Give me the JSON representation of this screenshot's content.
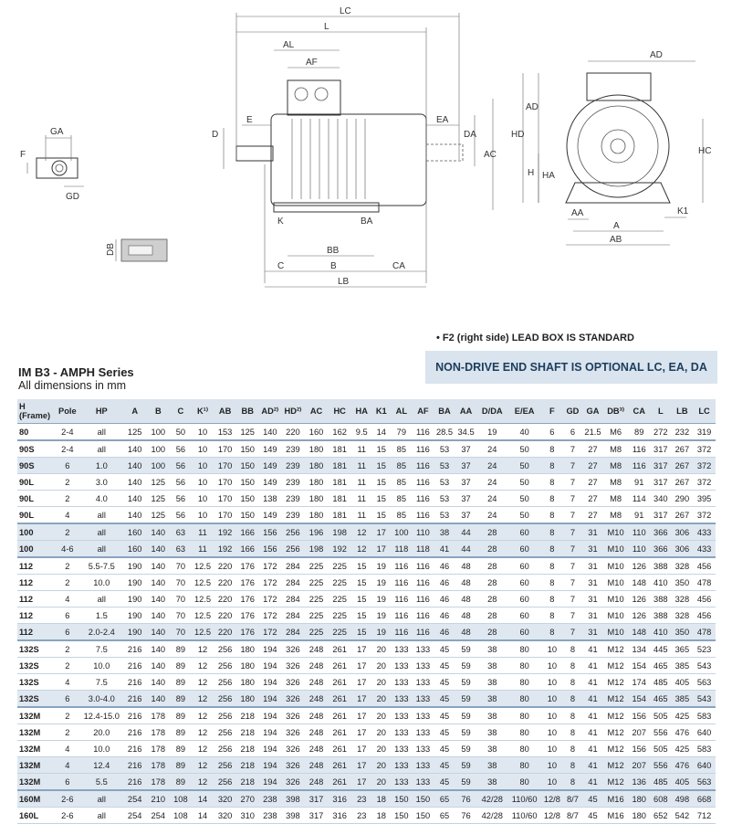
{
  "drawing_labels": {
    "LC": "LC",
    "L": "L",
    "AL": "AL",
    "AF": "AF",
    "D": "D",
    "E": "E",
    "EA": "EA",
    "DA": "DA",
    "AC": "AC",
    "K": "K",
    "BA": "BA",
    "BB": "BB",
    "C": "C",
    "B": "B",
    "CA": "CA",
    "LB": "LB",
    "AD": "AD",
    "HD": "HD",
    "HC": "HC",
    "H": "H",
    "HA": "HA",
    "AA": "AA",
    "A": "A",
    "AB": "AB",
    "K1": "K1",
    "GA": "GA",
    "F": "F",
    "GD": "GD",
    "DB": "DB"
  },
  "note": "• F2 (right side) LEAD BOX IS STANDARD",
  "banner": "NON-DRIVE END SHAFT IS OPTIONAL LC, EA, DA",
  "series_title": "IM B3 - AMPH Series",
  "series_subtitle": "All dimensions in mm",
  "table": {
    "headers": [
      "H (Frame)",
      "Pole",
      "HP",
      "A",
      "B",
      "C",
      "K¹⁾",
      "AB",
      "BB",
      "AD²⁾",
      "HD²⁾",
      "AC",
      "HC",
      "HA",
      "K1",
      "AL",
      "AF",
      "BA",
      "AA",
      "D/DA",
      "E/EA",
      "F",
      "GD",
      "GA",
      "DB³⁾",
      "CA",
      "L",
      "LB",
      "LC"
    ],
    "rows": [
      [
        "80",
        "2-4",
        "all",
        "125",
        "100",
        "50",
        "10",
        "153",
        "125",
        "140",
        "220",
        "160",
        "162",
        "9.5",
        "14",
        "79",
        "116",
        "28.5",
        "34.5",
        "19",
        "40",
        "6",
        "6",
        "21.5",
        "M6",
        "89",
        "272",
        "232",
        "319"
      ],
      [
        "90S",
        "2-4",
        "all",
        "140",
        "100",
        "56",
        "10",
        "170",
        "150",
        "149",
        "239",
        "180",
        "181",
        "11",
        "15",
        "85",
        "116",
        "53",
        "37",
        "24",
        "50",
        "8",
        "7",
        "27",
        "M8",
        "116",
        "317",
        "267",
        "372"
      ],
      [
        "90S",
        "6",
        "1.0",
        "140",
        "100",
        "56",
        "10",
        "170",
        "150",
        "149",
        "239",
        "180",
        "181",
        "11",
        "15",
        "85",
        "116",
        "53",
        "37",
        "24",
        "50",
        "8",
        "7",
        "27",
        "M8",
        "116",
        "317",
        "267",
        "372"
      ],
      [
        "90L",
        "2",
        "3.0",
        "140",
        "125",
        "56",
        "10",
        "170",
        "150",
        "149",
        "239",
        "180",
        "181",
        "11",
        "15",
        "85",
        "116",
        "53",
        "37",
        "24",
        "50",
        "8",
        "7",
        "27",
        "M8",
        "91",
        "317",
        "267",
        "372"
      ],
      [
        "90L",
        "2",
        "4.0",
        "140",
        "125",
        "56",
        "10",
        "170",
        "150",
        "138",
        "239",
        "180",
        "181",
        "11",
        "15",
        "85",
        "116",
        "53",
        "37",
        "24",
        "50",
        "8",
        "7",
        "27",
        "M8",
        "114",
        "340",
        "290",
        "395"
      ],
      [
        "90L",
        "4",
        "all",
        "140",
        "125",
        "56",
        "10",
        "170",
        "150",
        "149",
        "239",
        "180",
        "181",
        "11",
        "15",
        "85",
        "116",
        "53",
        "37",
        "24",
        "50",
        "8",
        "7",
        "27",
        "M8",
        "91",
        "317",
        "267",
        "372"
      ],
      [
        "100",
        "2",
        "all",
        "160",
        "140",
        "63",
        "11",
        "192",
        "166",
        "156",
        "256",
        "196",
        "198",
        "12",
        "17",
        "100",
        "110",
        "38",
        "44",
        "28",
        "60",
        "8",
        "7",
        "31",
        "M10",
        "110",
        "366",
        "306",
        "433"
      ],
      [
        "100",
        "4-6",
        "all",
        "160",
        "140",
        "63",
        "11",
        "192",
        "166",
        "156",
        "256",
        "198",
        "192",
        "12",
        "17",
        "118",
        "118",
        "41",
        "44",
        "28",
        "60",
        "8",
        "7",
        "31",
        "M10",
        "110",
        "366",
        "306",
        "433"
      ],
      [
        "112",
        "2",
        "5.5-7.5",
        "190",
        "140",
        "70",
        "12.5",
        "220",
        "176",
        "172",
        "284",
        "225",
        "225",
        "15",
        "19",
        "116",
        "116",
        "46",
        "48",
        "28",
        "60",
        "8",
        "7",
        "31",
        "M10",
        "126",
        "388",
        "328",
        "456"
      ],
      [
        "112",
        "2",
        "10.0",
        "190",
        "140",
        "70",
        "12.5",
        "220",
        "176",
        "172",
        "284",
        "225",
        "225",
        "15",
        "19",
        "116",
        "116",
        "46",
        "48",
        "28",
        "60",
        "8",
        "7",
        "31",
        "M10",
        "148",
        "410",
        "350",
        "478"
      ],
      [
        "112",
        "4",
        "all",
        "190",
        "140",
        "70",
        "12.5",
        "220",
        "176",
        "172",
        "284",
        "225",
        "225",
        "15",
        "19",
        "116",
        "116",
        "46",
        "48",
        "28",
        "60",
        "8",
        "7",
        "31",
        "M10",
        "126",
        "388",
        "328",
        "456"
      ],
      [
        "112",
        "6",
        "1.5",
        "190",
        "140",
        "70",
        "12.5",
        "220",
        "176",
        "172",
        "284",
        "225",
        "225",
        "15",
        "19",
        "116",
        "116",
        "46",
        "48",
        "28",
        "60",
        "8",
        "7",
        "31",
        "M10",
        "126",
        "388",
        "328",
        "456"
      ],
      [
        "112",
        "6",
        "2.0-2.4",
        "190",
        "140",
        "70",
        "12.5",
        "220",
        "176",
        "172",
        "284",
        "225",
        "225",
        "15",
        "19",
        "116",
        "116",
        "46",
        "48",
        "28",
        "60",
        "8",
        "7",
        "31",
        "M10",
        "148",
        "410",
        "350",
        "478"
      ],
      [
        "132S",
        "2",
        "7.5",
        "216",
        "140",
        "89",
        "12",
        "256",
        "180",
        "194",
        "326",
        "248",
        "261",
        "17",
        "20",
        "133",
        "133",
        "45",
        "59",
        "38",
        "80",
        "10",
        "8",
        "41",
        "M12",
        "134",
        "445",
        "365",
        "523"
      ],
      [
        "132S",
        "2",
        "10.0",
        "216",
        "140",
        "89",
        "12",
        "256",
        "180",
        "194",
        "326",
        "248",
        "261",
        "17",
        "20",
        "133",
        "133",
        "45",
        "59",
        "38",
        "80",
        "10",
        "8",
        "41",
        "M12",
        "154",
        "465",
        "385",
        "543"
      ],
      [
        "132S",
        "4",
        "7.5",
        "216",
        "140",
        "89",
        "12",
        "256",
        "180",
        "194",
        "326",
        "248",
        "261",
        "17",
        "20",
        "133",
        "133",
        "45",
        "59",
        "38",
        "80",
        "10",
        "8",
        "41",
        "M12",
        "174",
        "485",
        "405",
        "563"
      ],
      [
        "132S",
        "6",
        "3.0-4.0",
        "216",
        "140",
        "89",
        "12",
        "256",
        "180",
        "194",
        "326",
        "248",
        "261",
        "17",
        "20",
        "133",
        "133",
        "45",
        "59",
        "38",
        "80",
        "10",
        "8",
        "41",
        "M12",
        "154",
        "465",
        "385",
        "543"
      ],
      [
        "132M",
        "2",
        "12.4-15.0",
        "216",
        "178",
        "89",
        "12",
        "256",
        "218",
        "194",
        "326",
        "248",
        "261",
        "17",
        "20",
        "133",
        "133",
        "45",
        "59",
        "38",
        "80",
        "10",
        "8",
        "41",
        "M12",
        "156",
        "505",
        "425",
        "583"
      ],
      [
        "132M",
        "2",
        "20.0",
        "216",
        "178",
        "89",
        "12",
        "256",
        "218",
        "194",
        "326",
        "248",
        "261",
        "17",
        "20",
        "133",
        "133",
        "45",
        "59",
        "38",
        "80",
        "10",
        "8",
        "41",
        "M12",
        "207",
        "556",
        "476",
        "640"
      ],
      [
        "132M",
        "4",
        "10.0",
        "216",
        "178",
        "89",
        "12",
        "256",
        "218",
        "194",
        "326",
        "248",
        "261",
        "17",
        "20",
        "133",
        "133",
        "45",
        "59",
        "38",
        "80",
        "10",
        "8",
        "41",
        "M12",
        "156",
        "505",
        "425",
        "583"
      ],
      [
        "132M",
        "4",
        "12.4",
        "216",
        "178",
        "89",
        "12",
        "256",
        "218",
        "194",
        "326",
        "248",
        "261",
        "17",
        "20",
        "133",
        "133",
        "45",
        "59",
        "38",
        "80",
        "10",
        "8",
        "41",
        "M12",
        "207",
        "556",
        "476",
        "640"
      ],
      [
        "132M",
        "6",
        "5.5",
        "216",
        "178",
        "89",
        "12",
        "256",
        "218",
        "194",
        "326",
        "248",
        "261",
        "17",
        "20",
        "133",
        "133",
        "45",
        "59",
        "38",
        "80",
        "10",
        "8",
        "41",
        "M12",
        "136",
        "485",
        "405",
        "563"
      ],
      [
        "160M",
        "2-6",
        "all",
        "254",
        "210",
        "108",
        "14",
        "320",
        "270",
        "238",
        "398",
        "317",
        "316",
        "23",
        "18",
        "150",
        "150",
        "65",
        "76",
        "42/28",
        "110/60",
        "12/8",
        "8/7",
        "45",
        "M16",
        "180",
        "608",
        "498",
        "668"
      ],
      [
        "160L",
        "2-6",
        "all",
        "254",
        "254",
        "108",
        "14",
        "320",
        "310",
        "238",
        "398",
        "317",
        "316",
        "23",
        "18",
        "150",
        "150",
        "65",
        "76",
        "42/28",
        "110/60",
        "12/8",
        "8/7",
        "45",
        "M16",
        "180",
        "652",
        "542",
        "712"
      ]
    ],
    "shaded_rows": [
      2,
      6,
      7,
      12,
      16,
      20,
      21,
      22
    ]
  }
}
